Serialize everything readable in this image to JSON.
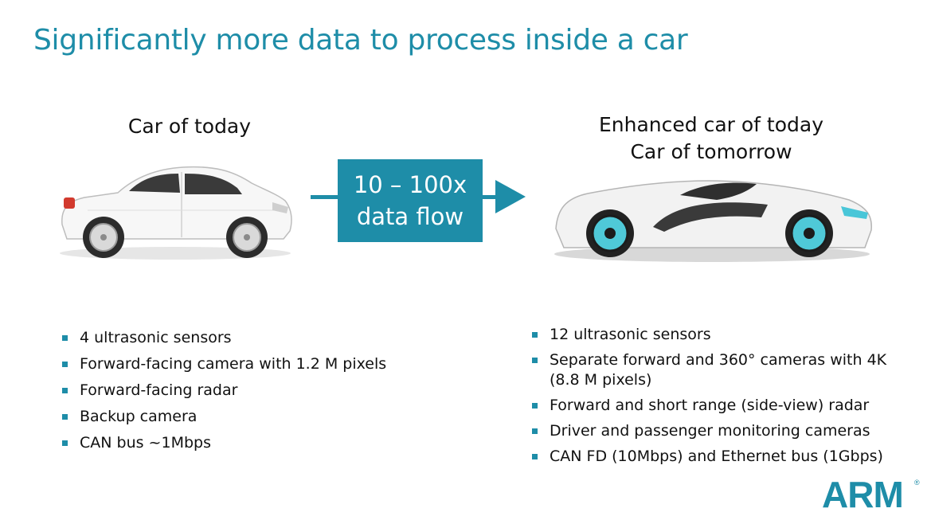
{
  "title": "Significantly more data to process inside a car",
  "left": {
    "caption": "Car of today",
    "specs": [
      "4 ultrasonic sensors",
      "Forward-facing camera with 1.2 M pixels",
      "Forward-facing radar",
      "Backup camera",
      "CAN bus ~1Mbps"
    ]
  },
  "right": {
    "caption_line1": "Enhanced car of today",
    "caption_line2": "Car of tomorrow",
    "specs": [
      "12 ultrasonic sensors",
      "Separate forward and 360° cameras with 4K",
      "(8.8 M pixels)",
      "Forward and short range (side-view) radar",
      "Driver and passenger monitoring cameras",
      "CAN FD (10Mbps) and Ethernet bus (1Gbps)"
    ]
  },
  "flow": {
    "line1": "10 – 100x",
    "line2": "data flow"
  },
  "logo": {
    "text": "ARM",
    "mark": "®"
  },
  "colors": {
    "accent": "#1e8da8",
    "text": "#111111",
    "background": "#ffffff"
  },
  "icons": {
    "left_car": "hatchback-car-image",
    "right_car": "concept-sports-car-image",
    "arrow": "right-arrow-icon"
  }
}
